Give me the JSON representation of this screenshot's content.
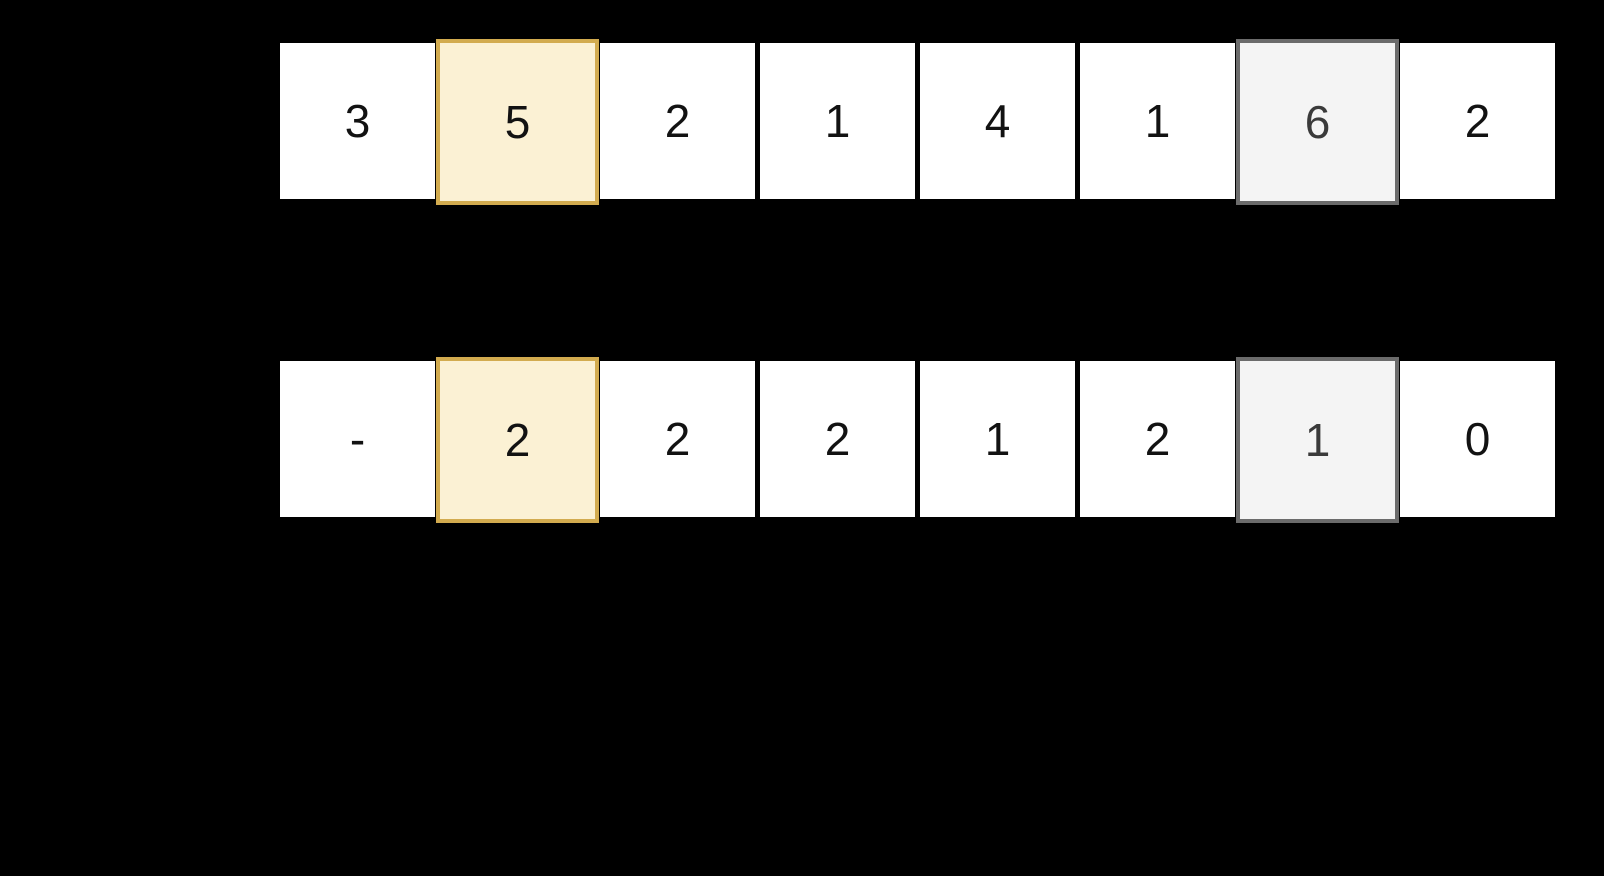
{
  "background": "#000000",
  "colors": {
    "cell_bg": "#ffffff",
    "cell_text": "#121212",
    "highlight_bg": "#fbf1d4",
    "highlight_border": "#d2ab4f",
    "pointer_bg": "#f4f4f4",
    "pointer_border": "#6b6b6b",
    "pointer_text": "#3a3a3a"
  },
  "rows": [
    {
      "name": "top-array",
      "cells": [
        {
          "value": "3",
          "state": "plain"
        },
        {
          "value": "5",
          "state": "highlight"
        },
        {
          "value": "2",
          "state": "plain"
        },
        {
          "value": "1",
          "state": "plain"
        },
        {
          "value": "4",
          "state": "plain"
        },
        {
          "value": "1",
          "state": "plain"
        },
        {
          "value": "6",
          "state": "pointer"
        },
        {
          "value": "2",
          "state": "plain"
        }
      ]
    },
    {
      "name": "bottom-array",
      "cells": [
        {
          "value": "-",
          "state": "plain"
        },
        {
          "value": "2",
          "state": "highlight"
        },
        {
          "value": "2",
          "state": "plain"
        },
        {
          "value": "2",
          "state": "plain"
        },
        {
          "value": "1",
          "state": "plain"
        },
        {
          "value": "2",
          "state": "plain"
        },
        {
          "value": "1",
          "state": "pointer"
        },
        {
          "value": "0",
          "state": "plain"
        }
      ]
    }
  ]
}
